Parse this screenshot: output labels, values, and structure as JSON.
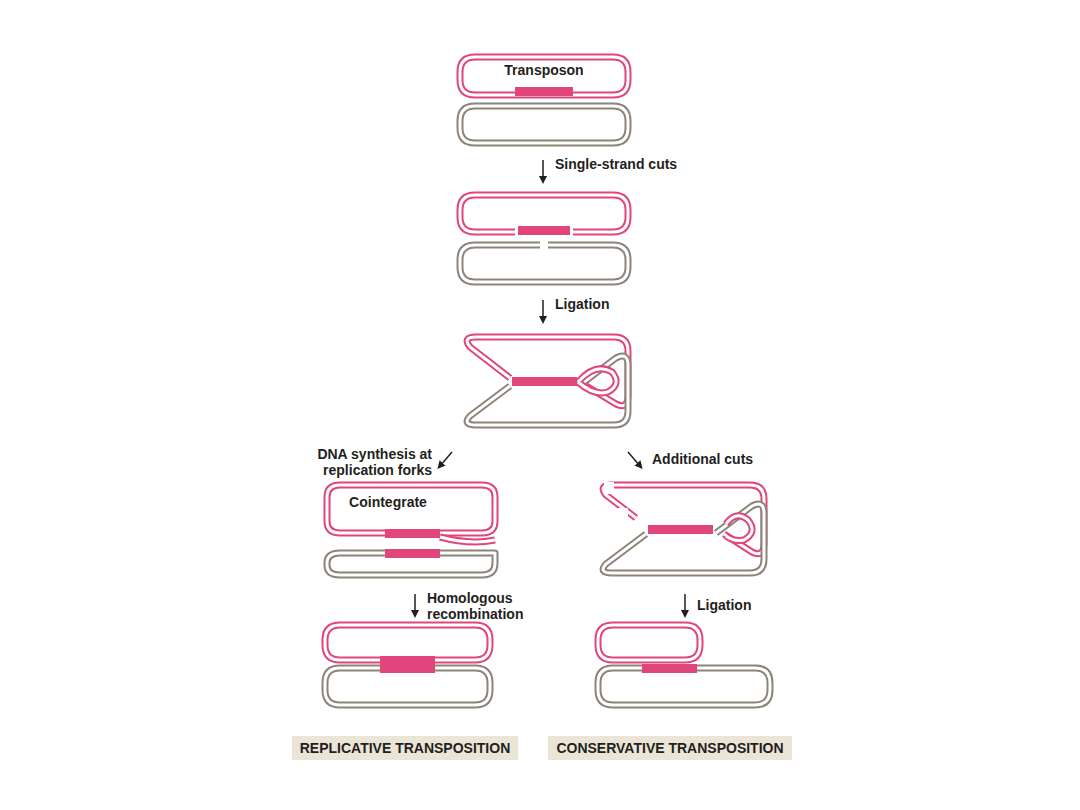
{
  "diagram": {
    "nodes": [
      {
        "text": [
          "Transposon"
        ]
      },
      {
        "text": [
          "Cointegrate"
        ]
      },
      {
        "text": [
          "REPLICATIVE TRANSPOSITION"
        ]
      },
      {
        "text": [
          "CONSERVATIVE TRANSPOSITION"
        ]
      }
    ],
    "labels": [
      "Single-strand cuts",
      "Ligation",
      "DNA synthesis at replication forks",
      "Additional cuts",
      "Homologous recombination",
      "Ligation"
    ]
  }
}
